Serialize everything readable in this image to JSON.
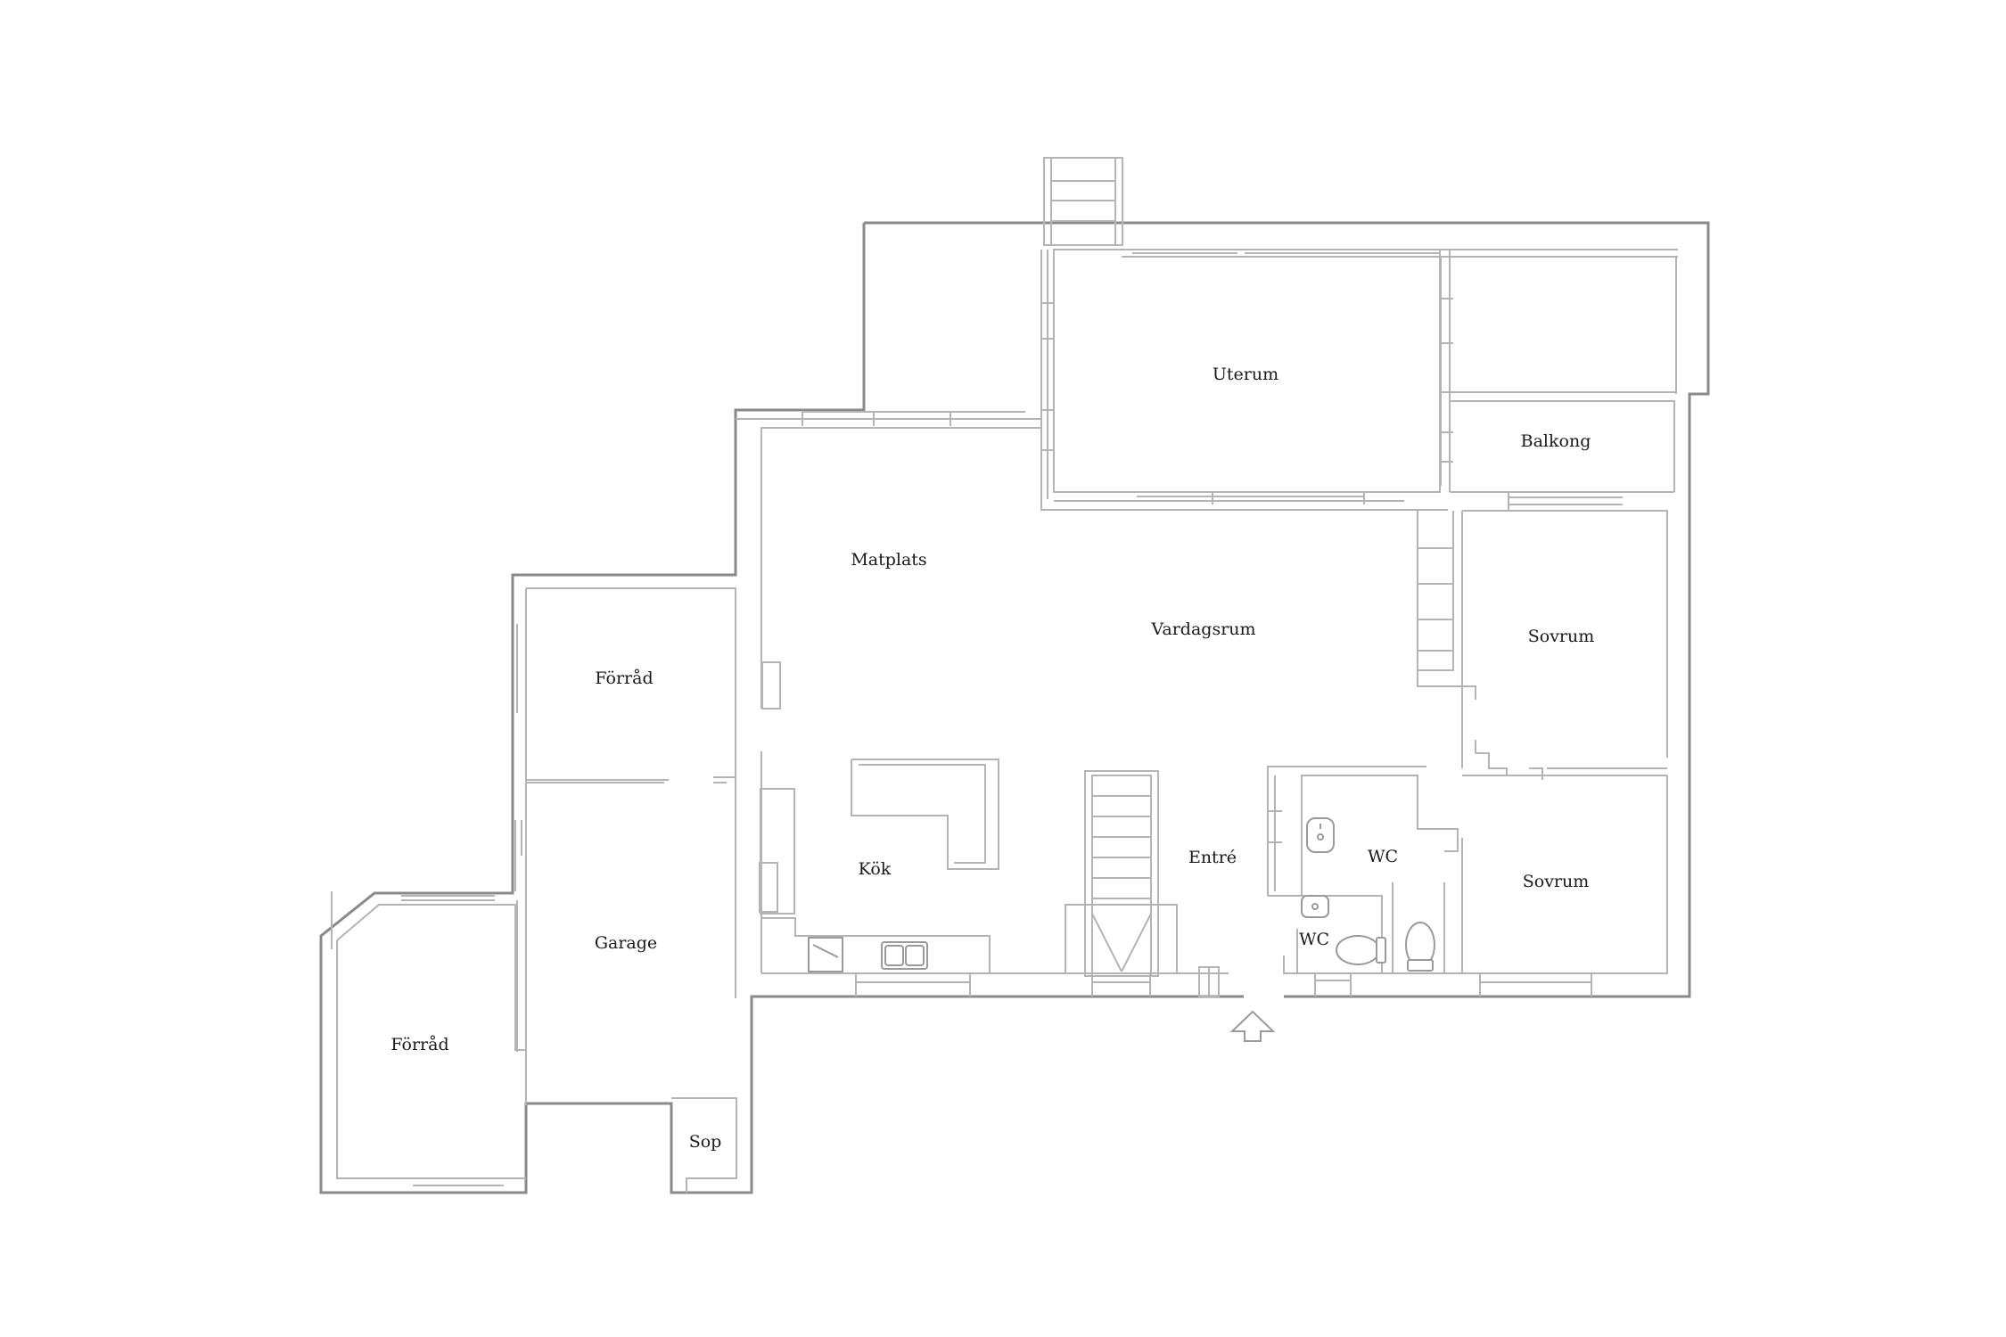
{
  "rooms": {
    "uterum": "Uterum",
    "balkong": "Balkong",
    "matplats": "Matplats",
    "vardagsrum": "Vardagsrum",
    "sovrum_upper": "Sovrum",
    "sovrum_lower": "Sovrum",
    "forrad_upper": "Förråd",
    "forrad_lower": "Förråd",
    "kok": "Kök",
    "entre": "Entré",
    "wc_upper": "WC",
    "wc_lower": "WC",
    "garage": "Garage",
    "sop": "Sop"
  },
  "icons": {
    "entrance": "entrance-arrow-icon"
  }
}
